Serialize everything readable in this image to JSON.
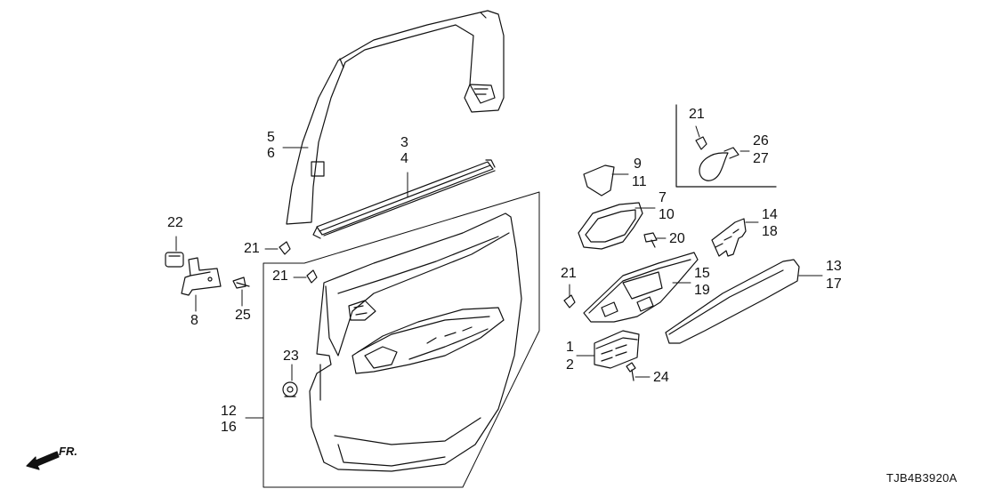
{
  "callouts": {
    "c1": "1",
    "c2": "2",
    "c3": "3",
    "c4": "4",
    "c5": "5",
    "c6": "6",
    "c7": "7",
    "c8": "8",
    "c9": "9",
    "c10": "10",
    "c11": "11",
    "c12": "12",
    "c13": "13",
    "c14": "14",
    "c15": "15",
    "c16": "16",
    "c17": "17",
    "c18": "18",
    "c19": "19",
    "c20": "20",
    "c21a": "21",
    "c21b": "21",
    "c21c": "21",
    "c21d": "21",
    "c22": "22",
    "c23": "23",
    "c24": "24",
    "c25": "25",
    "c26": "26",
    "c27": "27"
  },
  "direction_label": "FR.",
  "diagram_code": "TJB4B3920A"
}
